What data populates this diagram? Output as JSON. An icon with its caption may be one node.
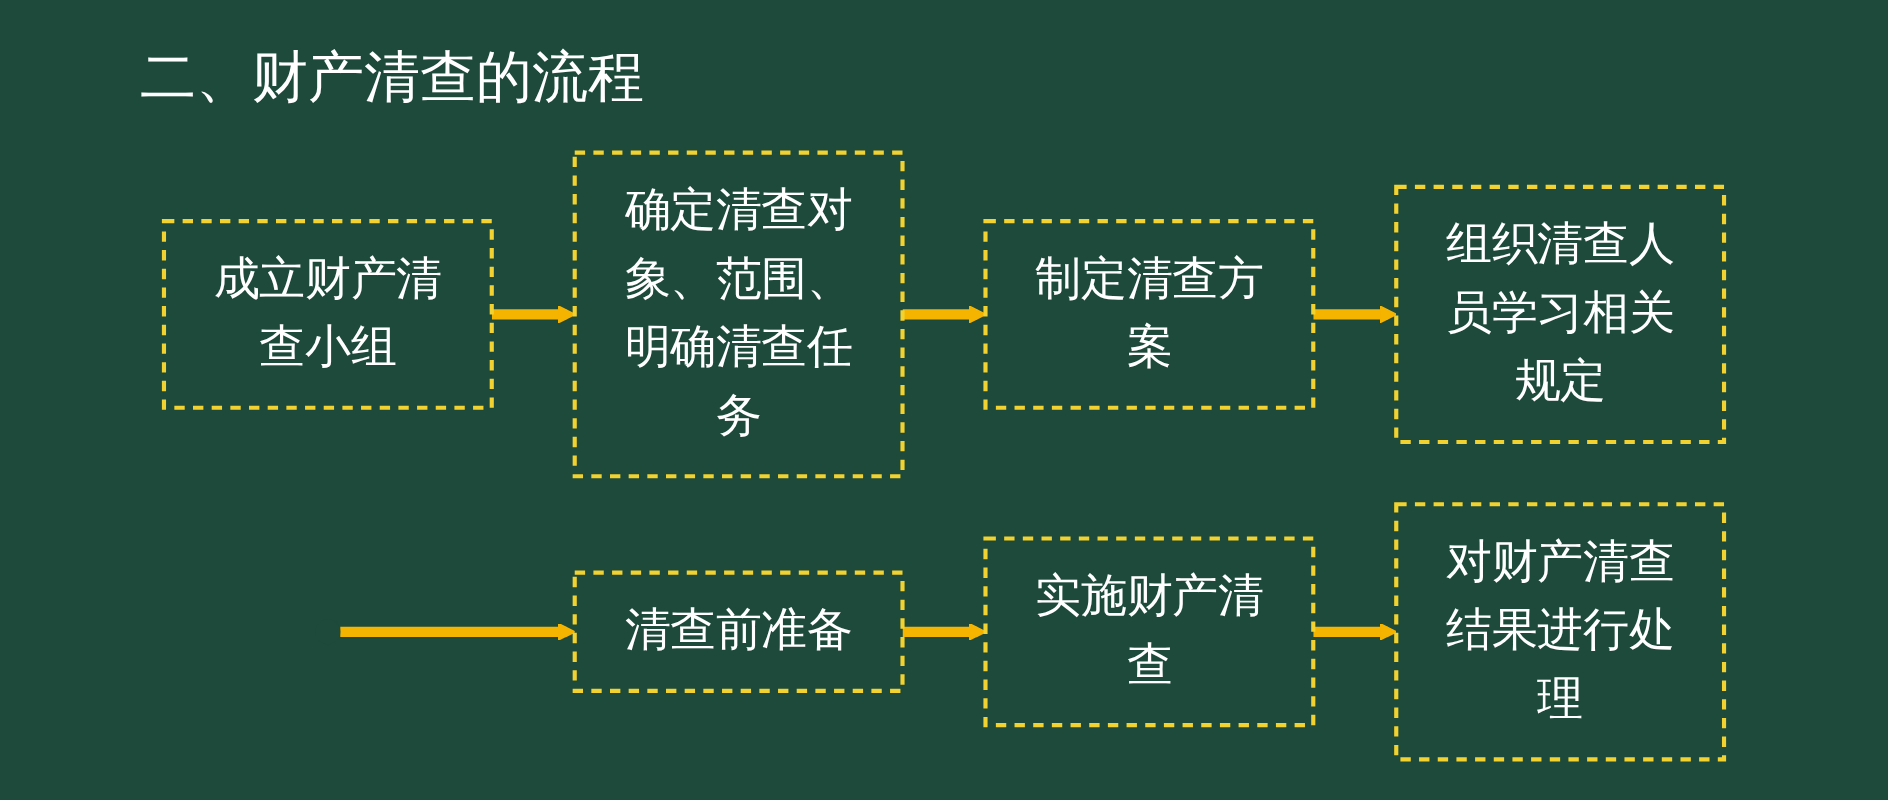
{
  "diagram": {
    "title": "二、财产清查的流程",
    "nodes": [
      {
        "text": [
          "成立财产清查小组"
        ]
      },
      {
        "text": [
          "确定清查对象、范围、明确清查任务"
        ]
      },
      {
        "text": [
          "制定清查方案"
        ]
      },
      {
        "text": [
          "组织清查人员学习相关规定"
        ]
      },
      {
        "text": [
          "清查前准备"
        ]
      },
      {
        "text": [
          "实施财产清查"
        ]
      },
      {
        "text": [
          "对财产清查结果进行处理"
        ]
      }
    ],
    "edges": [
      {
        "from": 0,
        "to": 1,
        "arrow": "to"
      },
      {
        "from": 1,
        "to": 2,
        "arrow": "to"
      },
      {
        "from": 2,
        "to": 3,
        "arrow": "to"
      },
      {
        "from": null,
        "to": 4,
        "arrow": "to"
      },
      {
        "from": 4,
        "to": 5,
        "arrow": "to"
      },
      {
        "from": 5,
        "to": 6,
        "arrow": "to"
      }
    ]
  }
}
